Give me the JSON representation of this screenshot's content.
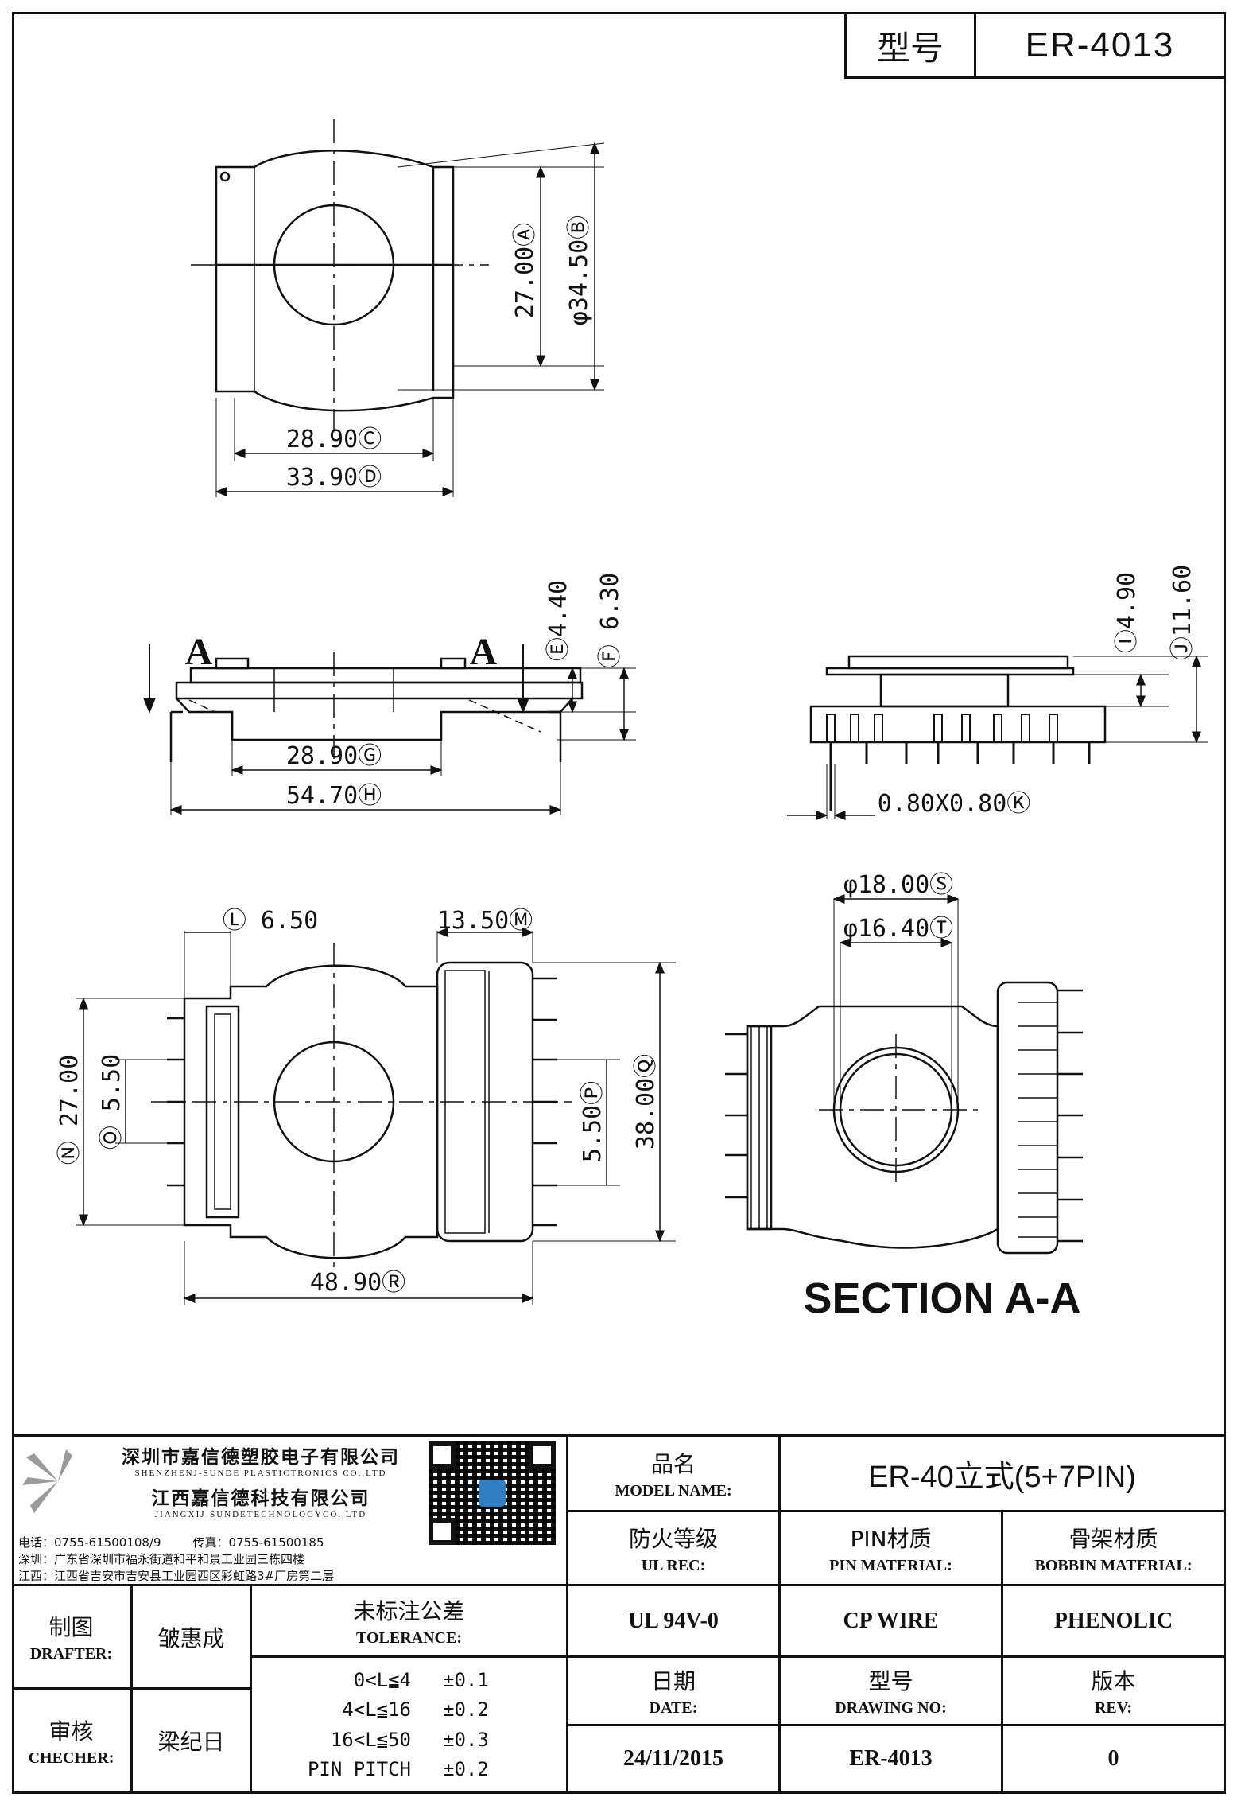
{
  "header": {
    "label": "型号",
    "value": "ER-4013"
  },
  "dimensions": {
    "A": "27.00Ⓐ",
    "B": "φ34.50Ⓑ",
    "C": "28.90Ⓒ",
    "D": "33.90Ⓓ",
    "E": "Ⓔ4.40",
    "F": "Ⓕ 6.30",
    "G": "28.90Ⓖ",
    "H": "54.70Ⓗ",
    "I": "Ⓘ4.90",
    "J": "Ⓙ11.60",
    "K": "0.80X0.80Ⓚ",
    "L": "Ⓛ 6.50",
    "M": "13.50Ⓜ",
    "N": "Ⓝ 27.00",
    "O": "Ⓞ 5.50",
    "P": "5.50Ⓟ",
    "Q": "38.00Ⓠ",
    "R": "48.90Ⓡ",
    "S": "φ18.00Ⓢ",
    "T": "φ16.40Ⓣ"
  },
  "section_letter": "A",
  "section_title": "SECTION A-A",
  "company": {
    "name_cn_1": "深圳市嘉信德塑胶电子有限公司",
    "name_en_1": "SHENZHENJ-SUNDE PLASTICTRONICS CO.,LTD",
    "name_cn_2": "江西嘉信德科技有限公司",
    "name_en_2": "JIANGXIJ-SUNDETECHNOLOGYCO.,LTD",
    "tel": "电话：0755-61500108/9",
    "fax": "传真：0755-61500185",
    "addr_sz": "深圳：广东省深圳市福永街道和平和景工业园三栋四楼",
    "addr_jx": "江西：江西省吉安市吉安县工业园西区彩虹路3#厂房第二层"
  },
  "title_block": {
    "model_name_cn": "品名",
    "model_name_en": "MODEL NAME:",
    "model_name_value": "ER-40立式(5+7PIN)",
    "ul_cn": "防火等级",
    "ul_en": "UL REC:",
    "ul_value": "UL 94V-0",
    "pin_cn": "PIN材质",
    "pin_en": "PIN MATERIAL:",
    "pin_value": "CP WIRE",
    "bobbin_cn": "骨架材质",
    "bobbin_en": "BOBBIN MATERIAL:",
    "bobbin_value": "PHENOLIC",
    "drafter_cn": "制图",
    "drafter_en": "DRAFTER:",
    "drafter_value": "皱惠成",
    "checker_cn": "审核",
    "checker_en": "CHECHER:",
    "checker_value": "梁纪日",
    "tolerance_cn": "未标注公差",
    "tolerance_en": "TOLERANCE:",
    "tolerance_rows": [
      {
        "range": "0<L≦4",
        "tol": "±0.1"
      },
      {
        "range": "4<L≦16",
        "tol": "±0.2"
      },
      {
        "range": "16<L≦50",
        "tol": "±0.3"
      },
      {
        "range": "PIN PITCH",
        "tol": "±0.2"
      }
    ],
    "date_cn": "日期",
    "date_en": "DATE:",
    "date_value": "24/11/2015",
    "drawing_cn": "型号",
    "drawing_en": "DRAWING NO:",
    "drawing_value": "ER-4013",
    "rev_cn": "版本",
    "rev_en": "REV:",
    "rev_value": "0"
  }
}
